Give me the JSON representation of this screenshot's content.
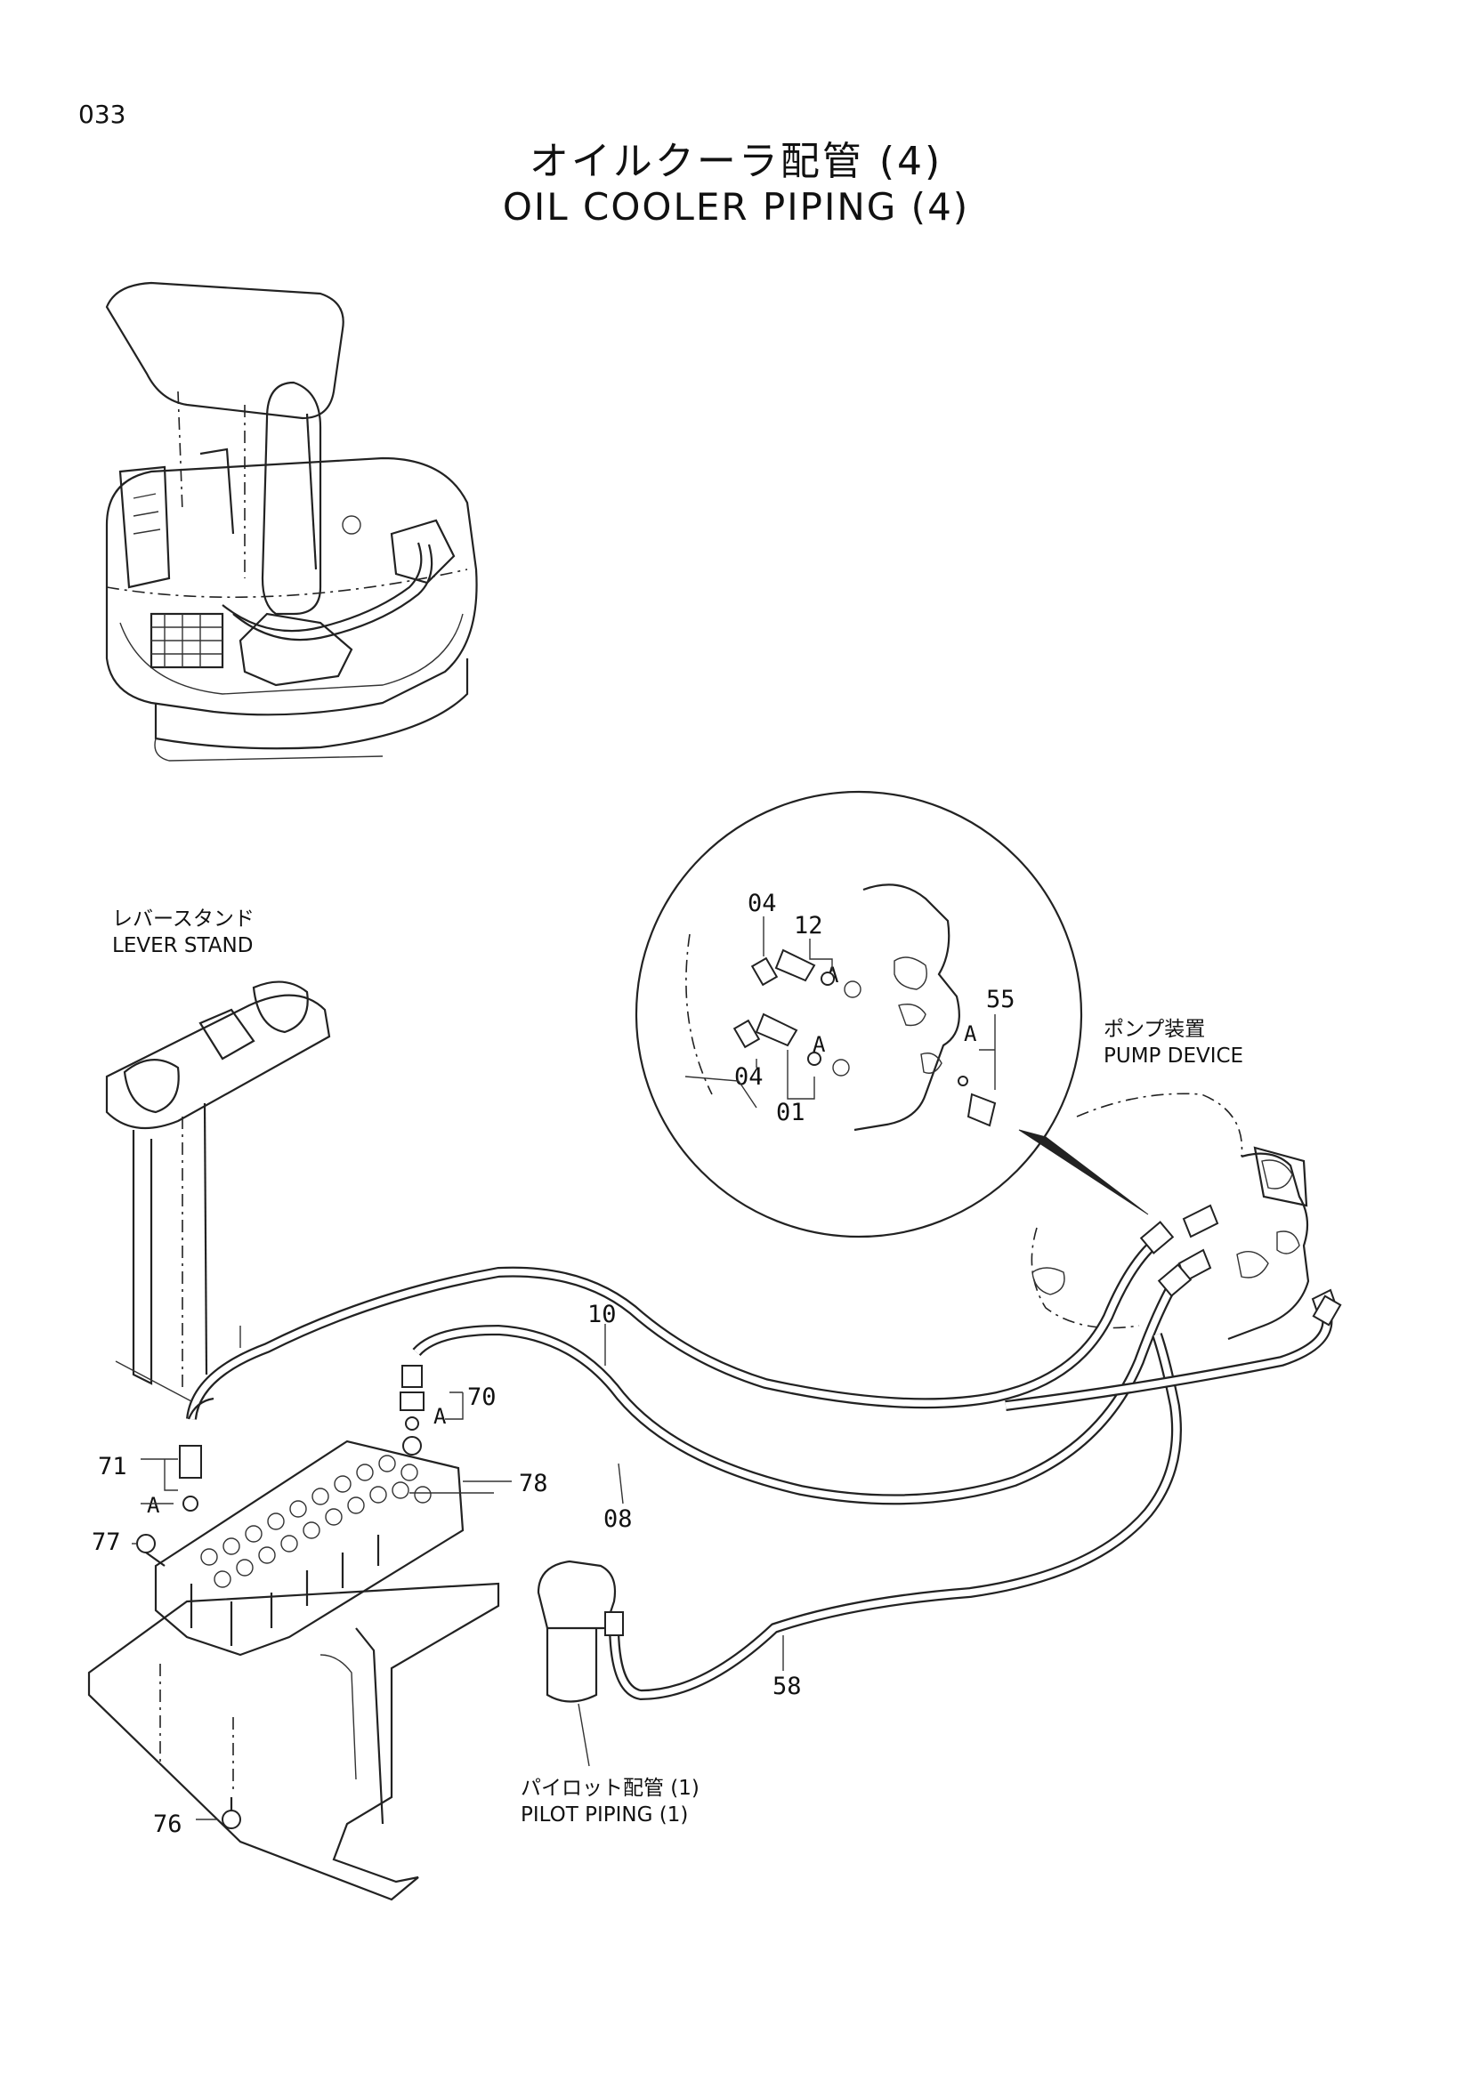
{
  "page": {
    "number": "033"
  },
  "title": {
    "jp": "オイルクーラ配管 (4)",
    "en": "OIL COOLER PIPING (4)"
  },
  "labels": {
    "lever_stand": {
      "jp": "レバースタンド",
      "en": "LEVER STAND"
    },
    "pump_device": {
      "jp": "ポンプ装置",
      "en": "PUMP DEVICE"
    },
    "pilot_piping": {
      "jp": "パイロット配管 (1)",
      "en": "PILOT PIPING (1)"
    }
  },
  "part_numbers": {
    "p04_top": "04",
    "p12": "12",
    "p04_bottom": "04",
    "p01": "01",
    "p55": "55",
    "p10": "10",
    "p70": "70",
    "p78": "78",
    "p08": "08",
    "p71": "71",
    "p77": "77",
    "p58": "58",
    "p76": "76"
  },
  "detail_ref": {
    "a1": "A",
    "a2": "A",
    "a3": "A",
    "a4": "A",
    "a5": "A"
  }
}
